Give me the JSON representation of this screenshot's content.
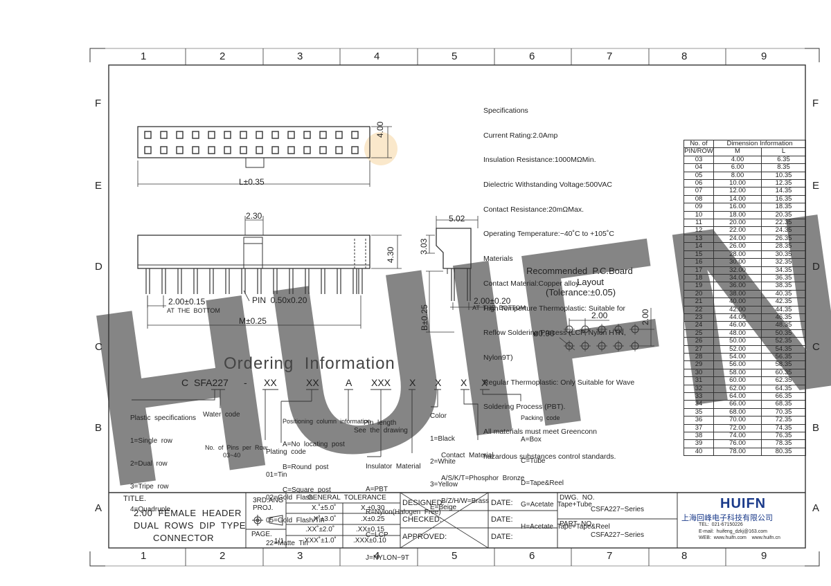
{
  "grid": {
    "columns": [
      "1",
      "2",
      "3",
      "4",
      "5",
      "6",
      "7",
      "8",
      "9"
    ],
    "rows": [
      "F",
      "E",
      "D",
      "C",
      "B",
      "A"
    ]
  },
  "specifications": {
    "title": "Specifications",
    "lines": [
      "Current  Rating:2.0Amp",
      "Insulation  Resistance:1000MΩMin.",
      "Dielectric  Withstanding  Voltage:500VAC",
      "Contact  Resistance:20mΩMax.",
      "Operating  Temperature:−40˚C  to  +105˚C",
      "Materials",
      "Contact  Material:Copper  alloy",
      "High  Temperture  Thermoplastic:  Suitable  for",
      "Reflow  Soldering  Process  (LCP,  Nylon  HTN,",
      "Nylon9T)",
      "Regular  Thermoplastic:  Only  Suitable  for  Wave",
      "Soldering  Process  (PBT).",
      "All  materials  must  meet  Greenconn",
      "hazardous  substances  control  standards."
    ]
  },
  "dimension_table": {
    "header_col1_line1": "No. of",
    "header_col1_line2": "PIN/ROW",
    "header_group": "Dimension  Information",
    "header_m": "M",
    "header_l": "L",
    "rows": [
      [
        "03",
        "4.00",
        "6.35"
      ],
      [
        "04",
        "6.00",
        "8.35"
      ],
      [
        "05",
        "8.00",
        "10.35"
      ],
      [
        "06",
        "10.00",
        "12.35"
      ],
      [
        "07",
        "12.00",
        "14.35"
      ],
      [
        "08",
        "14.00",
        "16.35"
      ],
      [
        "09",
        "16.00",
        "18.35"
      ],
      [
        "10",
        "18.00",
        "20.35"
      ],
      [
        "11",
        "20.00",
        "22.35"
      ],
      [
        "12",
        "22.00",
        "24.35"
      ],
      [
        "13",
        "24.00",
        "26.35"
      ],
      [
        "14",
        "26.00",
        "28.35"
      ],
      [
        "15",
        "28.00",
        "30.35"
      ],
      [
        "16",
        "30.00",
        "32.35"
      ],
      [
        "17",
        "32.00",
        "34.35"
      ],
      [
        "18",
        "34.00",
        "36.35"
      ],
      [
        "19",
        "36.00",
        "38.35"
      ],
      [
        "20",
        "38.00",
        "40.35"
      ],
      [
        "21",
        "40.00",
        "42.35"
      ],
      [
        "22",
        "42.00",
        "44.35"
      ],
      [
        "23",
        "44.00",
        "46.35"
      ],
      [
        "24",
        "46.00",
        "48.35"
      ],
      [
        "25",
        "48.00",
        "50.35"
      ],
      [
        "26",
        "50.00",
        "52.35"
      ],
      [
        "27",
        "52.00",
        "54.35"
      ],
      [
        "28",
        "54.00",
        "56.35"
      ],
      [
        "29",
        "56.00",
        "58.35"
      ],
      [
        "30",
        "58.00",
        "60.35"
      ],
      [
        "31",
        "60.00",
        "62.35"
      ],
      [
        "32",
        "62.00",
        "64.35"
      ],
      [
        "33",
        "64.00",
        "66.35"
      ],
      [
        "34",
        "66.00",
        "68.35"
      ],
      [
        "35",
        "68.00",
        "70.35"
      ],
      [
        "36",
        "70.00",
        "72.35"
      ],
      [
        "37",
        "72.00",
        "74.35"
      ],
      [
        "38",
        "74.00",
        "76.35"
      ],
      [
        "39",
        "76.00",
        "78.35"
      ],
      [
        "40",
        "78.00",
        "80.35"
      ]
    ]
  },
  "drawing": {
    "dim_L": "L±0.35",
    "dim_400": "4.00",
    "dim_230": "2.30",
    "dim_430": "4.30",
    "dim_502": "5.02",
    "dim_303": "3.03",
    "dim_B": "B±0.25",
    "dim_pitch_front": "2.00±0.15",
    "at_bottom_1": "AT  THE  BOTTOM",
    "pin": "PIN  0.50x0.20",
    "dim_M": "M±0.25",
    "dim_pitch_side": "2.00±0.20",
    "at_bottom_2": "AT  THE  BOTTOM",
    "pcb_line1": "Recommended  P.C.Board",
    "pcb_line2": "Layout",
    "pcb_line3": "(Tolerance:±0.05)",
    "pcb_pitch_h": "2.00",
    "pcb_pitch_v": "2.00",
    "pcb_hole": "ø0.90"
  },
  "ordering": {
    "title": "Ordering  Information",
    "code": [
      "C",
      "SFA227",
      "-",
      "XX",
      "XX",
      "A",
      "XXX",
      "X",
      "X",
      "X",
      "X"
    ],
    "plastic_title": "Plastic  specifications",
    "plastic_opts": [
      "1=Single  row",
      "2=Dual  row",
      "3=Tripe  row",
      "4=Quadruple"
    ],
    "water_code": "Water  code",
    "pins_line1": "No.  of  Pins  per  Row",
    "pins_line2": "03~40",
    "positioning_title": "Positioning  column  information",
    "positioning_opts": [
      "A=No  locating  post",
      "B=Round  post",
      "C=Square  post"
    ],
    "plating_title": "Plating  code",
    "plating_opts": [
      "01=Tin",
      "02=Gold  Flash",
      "05=Gold  Flash/Tin",
      "22=Matte  Tin"
    ],
    "pin_length_1": "Pin  length",
    "pin_length_2": "See  the  drawing",
    "insulator_title": "Insulator  Material",
    "insulator_opts": [
      "A=PBT",
      "R=Nylon(Halogen  Free)",
      "C=LCP",
      "J=NYLON−9T"
    ],
    "color_title": "Color",
    "color_opts": [
      "1=Black",
      "2=White",
      "3=Yellow",
      "E=Beige"
    ],
    "contact_title": "Contact  Material",
    "contact_opts": [
      "A/S/K/T=Phosphor  Bronze",
      "B/Z/H/W=Brass"
    ],
    "packing_title": "Packing  code",
    "packing_opts": [
      "A=Box",
      "C=Tube",
      "D=Tape&Reel",
      "G=Acetate  Tape+Tube",
      "H=Acetate  Tape+Tape&Reel"
    ]
  },
  "title_block": {
    "title_label": "TITLE.",
    "title_lines": [
      "2.00  FEMALE  HEADER",
      "DUAL  ROWS  DIP  TYPE",
      "CONNECTOR"
    ],
    "proj_line1": "3RD.ANG",
    "proj_line2": "PROJ.",
    "page_label": "PAGE.",
    "page_value": "1/1",
    "tol_title": "GENERAL  TOLERANCE",
    "tol_rows": [
      [
        "X.˚±5.0˚",
        "X.±0.30"
      ],
      [
        ".X˚±3.0˚",
        ".X±0.25"
      ],
      [
        ".XX˚±2.0˚",
        ".XX±0.15"
      ],
      [
        ".XXX˚±1.0˚",
        ".XXX±0.10"
      ]
    ],
    "designed": "DESIGNED:",
    "checked": "CHECKED:",
    "approved": "APPROVED:",
    "date1": "DATE:",
    "date2": "DATE:",
    "date3": "DATE:",
    "dwg_label": "DWG.  NO.",
    "dwg_value": "CSFA227−Series",
    "part_label": "PART  NO.",
    "part_value": "CSFA227−Series",
    "logo": "HUIFN",
    "company": "上海回峰电子科技有限公司",
    "tel": "TEL:  021-67150226",
    "email": "E-mail:  huifeng_dzkj@163.com",
    "web": "WEB:  www.huifn.com    www.huifn.cn"
  },
  "watermark": "HUIFN",
  "colors": {
    "line": "#333333",
    "watermark": "#c9d4ea",
    "logo": "#1a3a8a",
    "highlight": "#f7d9a8"
  }
}
